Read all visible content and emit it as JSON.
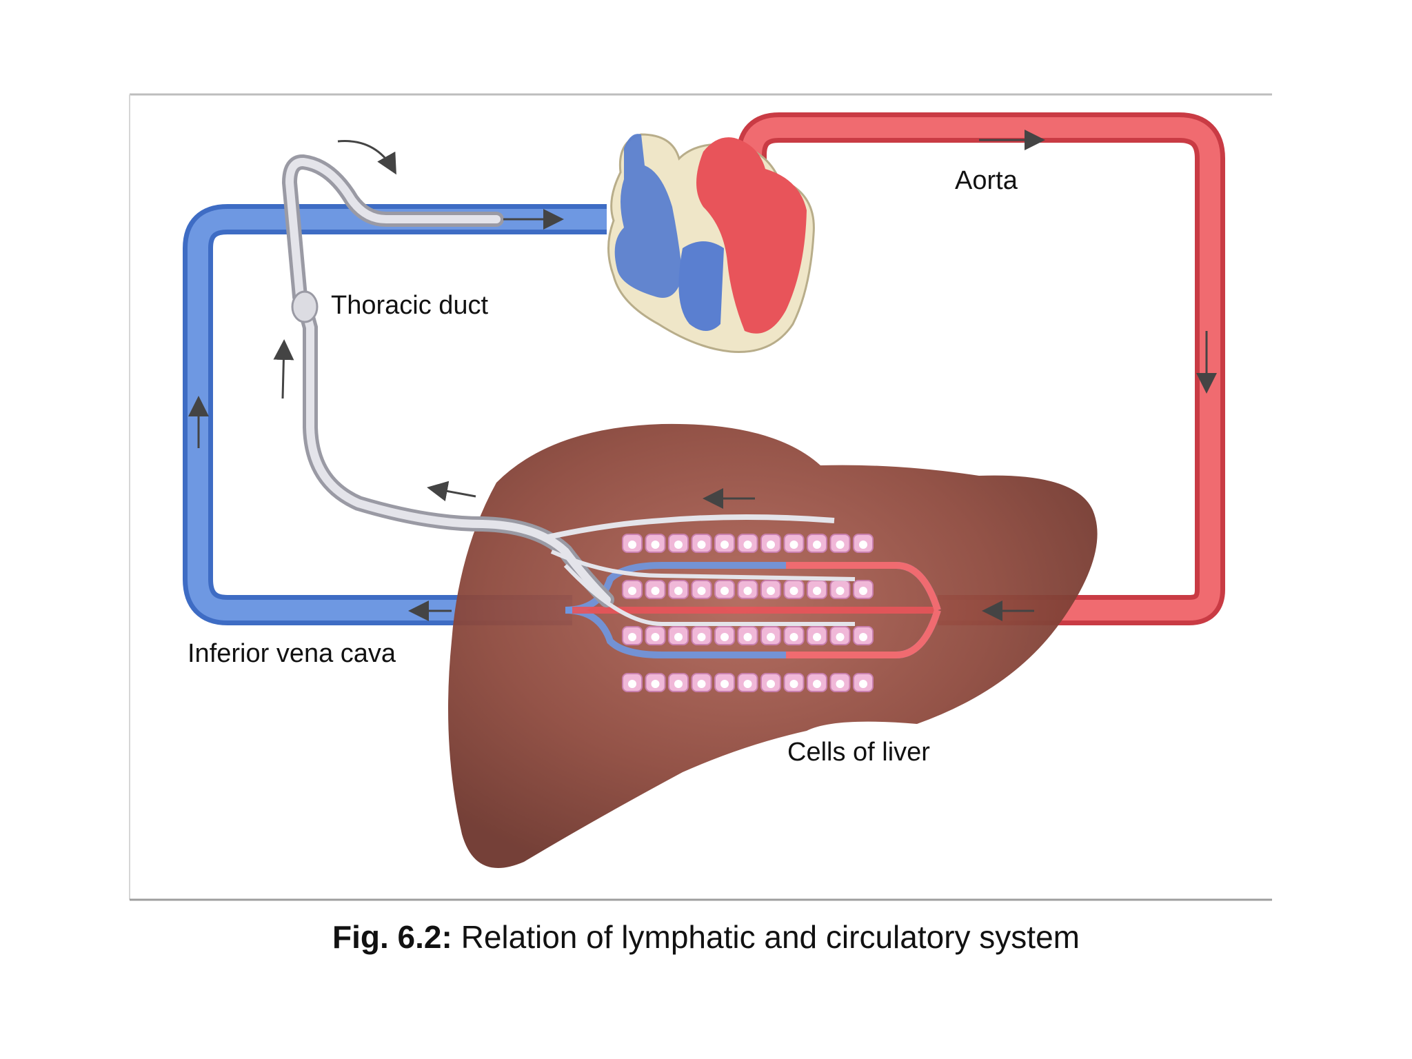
{
  "labels": {
    "aorta": "Aorta",
    "thoracic_duct": "Thoracic duct",
    "inferior_vena_cava": "Inferior vena cava",
    "cells_of_liver": "Cells of liver"
  },
  "caption": {
    "prefix": "Fig. 6.2:",
    "text": "Relation of lymphatic and circulatory system"
  },
  "colors": {
    "vein_blue": "#5b86d6",
    "artery_red": "#e8545a",
    "lymph_grey": "#cfcfd6",
    "liver": "#8e4a3e",
    "liver_cell": "#f0b8d8",
    "frame": "#bdbdbd"
  }
}
